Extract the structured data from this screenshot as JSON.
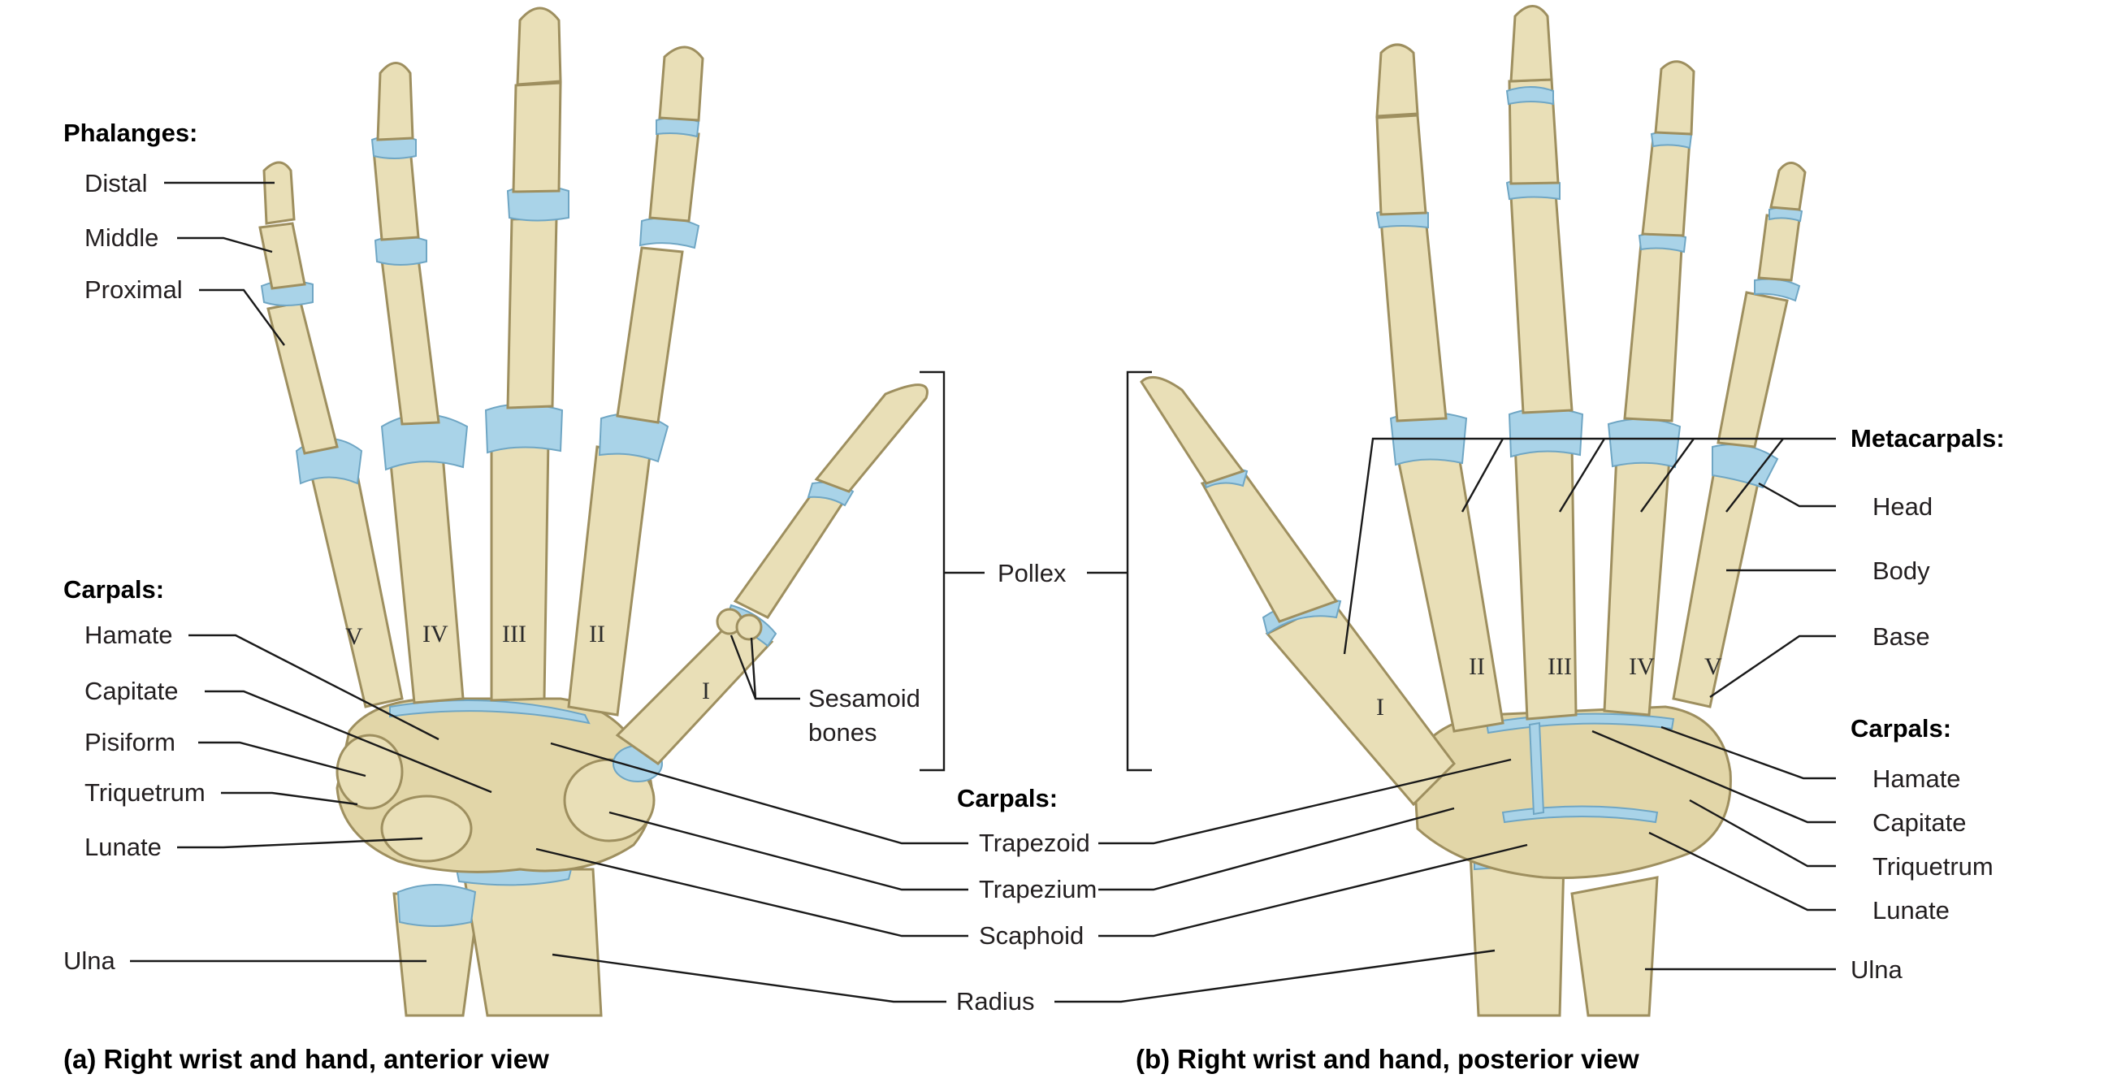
{
  "colors": {
    "bone": "#e9dfb7",
    "bone_outline": "#9e8f5f",
    "cartilage": "#a9d3e8",
    "text": "#231f20"
  },
  "anterior": {
    "caption": "(a) Right wrist and hand, anterior view",
    "phalanges_heading": "Phalanges:",
    "phalanges": [
      "Distal",
      "Middle",
      "Proximal"
    ],
    "carpals_heading": "Carpals:",
    "carpals": [
      "Hamate",
      "Capitate",
      "Pisiform",
      "Triquetrum",
      "Lunate"
    ],
    "ulna": "Ulna",
    "digits": [
      "V",
      "IV",
      "III",
      "II",
      "I"
    ],
    "sesamoid": [
      "Sesamoid",
      "bones"
    ]
  },
  "center": {
    "pollex": "Pollex",
    "carpals_heading": "Carpals:",
    "carpals": [
      "Trapezoid",
      "Trapezium",
      "Scaphoid"
    ],
    "radius": "Radius"
  },
  "posterior": {
    "caption": "(b) Right wrist and hand, posterior view",
    "metacarpals_heading": "Metacarpals:",
    "metacarpal_parts": [
      "Head",
      "Body",
      "Base"
    ],
    "carpals_heading": "Carpals:",
    "carpals": [
      "Hamate",
      "Capitate",
      "Triquetrum",
      "Lunate"
    ],
    "ulna": "Ulna",
    "digits": [
      "I",
      "II",
      "III",
      "IV",
      "V"
    ]
  }
}
